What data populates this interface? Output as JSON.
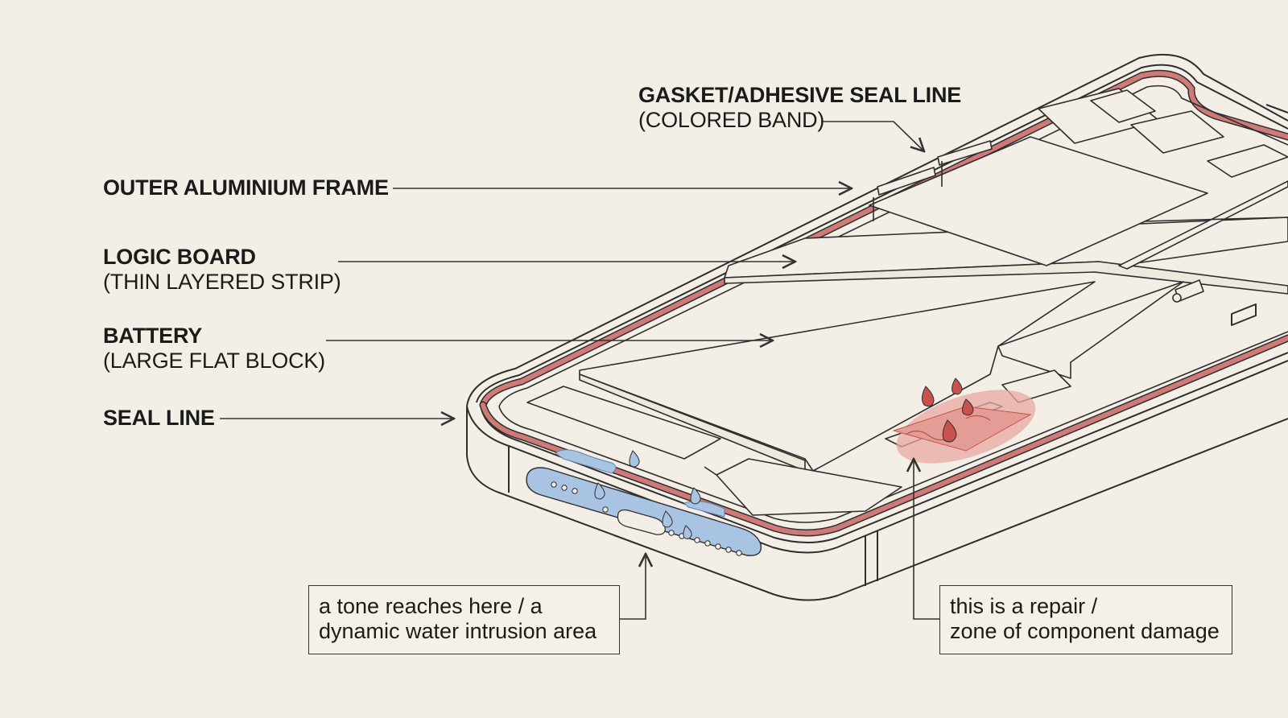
{
  "labels": {
    "gasket": {
      "main": "GASKET/ADHESIVE SEAL LINE",
      "sub": "(COLORED BAND)"
    },
    "frame": {
      "main": "OUTER ALUMINIUM FRAME"
    },
    "logic_board": {
      "main": "LOGIC BOARD",
      "sub": "(THIN LAYERED STRIP)"
    },
    "battery": {
      "main": "BATTERY",
      "sub": "(LARGE FLAT BLOCK)"
    },
    "seal_line": {
      "main": "SEAL LINE"
    }
  },
  "callouts": {
    "water_intrusion": {
      "line1": "a tone reaches here / a",
      "line2": "dynamic water intrusion area"
    },
    "repair_zone": {
      "line1": "this is a repair /",
      "line2": "zone of component damage"
    }
  },
  "colors": {
    "background": "#f4efe6",
    "outline": "#2e2e2e",
    "seal_band": "#d07a78",
    "water": "#a9c3e3",
    "damage": "#e7a8a2",
    "damage_drop": "#c9524f"
  }
}
